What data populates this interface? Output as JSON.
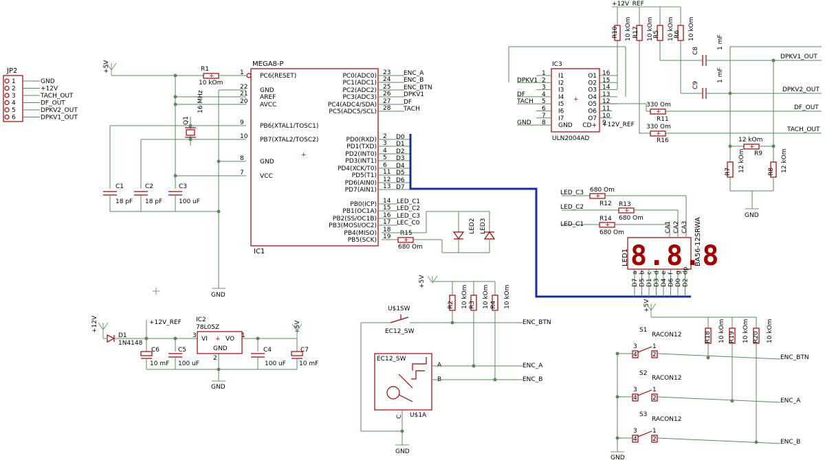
{
  "connector": {
    "name": "JP2",
    "pins": [
      "1",
      "2",
      "3",
      "4",
      "5",
      "6"
    ],
    "signals": [
      "GND",
      "+12V",
      "TACH_OUT",
      "DF_OUT",
      "DPKV2_OUT",
      "DPKV1_OUT"
    ]
  },
  "power": {
    "p5v": "+5V",
    "p12v": "+12V",
    "p12vref": "+12V_REF",
    "gnd": "GND"
  },
  "mcu": {
    "name": "MEGA8-P",
    "ref": "IC1",
    "left_pins": [
      {
        "num": "1",
        "name": "PC6(RESET)"
      },
      {
        "num": "22",
        "name": "GND"
      },
      {
        "num": "21",
        "name": "AREF"
      },
      {
        "num": "20",
        "name": "AVCC"
      },
      {
        "num": "9",
        "name": "PB6(XTAL1/TOSC1)"
      },
      {
        "num": "10",
        "name": "PB7(XTAL2/TOSC2)"
      },
      {
        "num": "8",
        "name": "GND"
      },
      {
        "num": "7",
        "name": "VCC"
      }
    ],
    "right_pins": [
      {
        "num": "23",
        "name": "PC0(ADC0)",
        "net": "ENC_A"
      },
      {
        "num": "24",
        "name": "PC1(ADC1)",
        "net": "ENC_B"
      },
      {
        "num": "25",
        "name": "PC2(ADC2)",
        "net": "ENC_BTN"
      },
      {
        "num": "26",
        "name": "PC3(ADC3)",
        "net": "DPKV1"
      },
      {
        "num": "27",
        "name": "PC4(ADC4/SDA)",
        "net": "DF"
      },
      {
        "num": "28",
        "name": "PC5(ADC5/SCL)",
        "net": "TACH"
      },
      {
        "num": "2",
        "name": "PD0(RXD)",
        "net": "D0"
      },
      {
        "num": "3",
        "name": "PD1(TXD)",
        "net": "D1"
      },
      {
        "num": "4",
        "name": "PD2(INT0)",
        "net": "D2"
      },
      {
        "num": "5",
        "name": "PD3(INT1)",
        "net": "D3"
      },
      {
        "num": "6",
        "name": "PD4(XCK/T0)",
        "net": "D4"
      },
      {
        "num": "11",
        "name": "PD5(T1)",
        "net": "D5"
      },
      {
        "num": "12",
        "name": "PD6(AIN0)",
        "net": "D6"
      },
      {
        "num": "13",
        "name": "PD7(AIN1)",
        "net": "D7"
      },
      {
        "num": "14",
        "name": "PB0(ICP)",
        "net": "LED_C1"
      },
      {
        "num": "15",
        "name": "PB1(OC1A)",
        "net": "LED_C2"
      },
      {
        "num": "16",
        "name": "PB2(SS/OC1B)",
        "net": "LED_C3"
      },
      {
        "num": "17",
        "name": "PB3(MOSI/OC2)",
        "net": "LEC_C0"
      },
      {
        "num": "18",
        "name": "PB4(MISO)",
        "net": ""
      },
      {
        "num": "19",
        "name": "PB5(SCK)",
        "net": ""
      }
    ]
  },
  "driver": {
    "name": "ULN2004AD",
    "ref": "IC3",
    "inputs": [
      {
        "num": "1",
        "name": "I1",
        "net": ""
      },
      {
        "num": "2",
        "name": "I2",
        "net": "DPKV1"
      },
      {
        "num": "3",
        "name": "I3",
        "net": ""
      },
      {
        "num": "4",
        "name": "I4",
        "net": "DF"
      },
      {
        "num": "5",
        "name": "I5",
        "net": "TACH"
      },
      {
        "num": "6",
        "name": "I6",
        "net": ""
      },
      {
        "num": "7",
        "name": "I7",
        "net": ""
      },
      {
        "num": "8",
        "name": "GND",
        "net": "GND"
      }
    ],
    "outputs": [
      {
        "num": "16",
        "name": "O1"
      },
      {
        "num": "15",
        "name": "O2"
      },
      {
        "num": "14",
        "name": "O3"
      },
      {
        "num": "13",
        "name": "O4"
      },
      {
        "num": "12",
        "name": "O5"
      },
      {
        "num": "11",
        "name": "O6"
      },
      {
        "num": "10",
        "name": "O7"
      },
      {
        "num": "9",
        "name": "CD+"
      }
    ],
    "cd_net": "+12V_REF"
  },
  "outputs": [
    "DPKV1_OUT",
    "DPKV2_OUT",
    "DF_OUT",
    "TACH_OUT"
  ],
  "resistors": {
    "R1": {
      "ref": "R1",
      "value": "10 kOm"
    },
    "R2": {
      "ref": "R2",
      "value": "10 kOm"
    },
    "R3": {
      "ref": "R3",
      "value": "10 kOm"
    },
    "R4": {
      "ref": "R4",
      "value": "10 kOm"
    },
    "R5": {
      "ref": "R5",
      "value": "10 kOm"
    },
    "R6": {
      "ref": "R6",
      "value": "10 kOm"
    },
    "R7": {
      "ref": "R7",
      "value": "12 kOm"
    },
    "R8": {
      "ref": "R8",
      "value": "12 kOm"
    },
    "R9": {
      "ref": "R9",
      "value": "12 kOm"
    },
    "R10": {
      "ref": "R10",
      "value": "10 kOm"
    },
    "R11": {
      "ref": "R11",
      "value": "330 Om"
    },
    "R12": {
      "ref": "R12",
      "value": "680 Om"
    },
    "R13": {
      "ref": "R13",
      "value": "680 Om"
    },
    "R14": {
      "ref": "R14",
      "value": "680 Om"
    },
    "R15": {
      "ref": "R15",
      "value": "680 Om"
    },
    "R16": {
      "ref": "R16",
      "value": "330 Om"
    },
    "R17": {
      "ref": "R17",
      "value": "10 kOm"
    },
    "R18": {
      "ref": "R18",
      "value": "10 kOm"
    },
    "R19": {
      "ref": "R19",
      "value": "10 kOm"
    },
    "R20": {
      "ref": "R20",
      "value": "10 kOm"
    }
  },
  "capacitors": {
    "C1": {
      "ref": "C1",
      "value": "18 pF"
    },
    "C2": {
      "ref": "C2",
      "value": "18 pF"
    },
    "C3": {
      "ref": "C3",
      "value": "100 uF"
    },
    "C4": {
      "ref": "C4",
      "value": "100 uF"
    },
    "C5": {
      "ref": "C5",
      "value": "100 uF"
    },
    "C6": {
      "ref": "C6",
      "value": "10 mF"
    },
    "C7": {
      "ref": "C7",
      "value": "10 mF"
    },
    "C8": {
      "ref": "C8",
      "value": "1 mF"
    },
    "C9": {
      "ref": "C9",
      "value": "1 mF"
    }
  },
  "crystal": {
    "ref": "Q1",
    "value": "16 MHz"
  },
  "diode": {
    "ref": "D1",
    "value": "1N4148"
  },
  "regulator": {
    "ref": "IC2",
    "name": "78L05Z",
    "vi": "VI",
    "vo": "VO",
    "gnd": "GND",
    "pins": [
      "3",
      "1",
      "2"
    ]
  },
  "leds": {
    "led2": "LED2",
    "led3": "LED3",
    "display_ref": "LED1",
    "display_part": "BA56-12SRWA",
    "display_text": "8.8.8",
    "ca_pins": [
      "CA1",
      "CA2",
      "CA3"
    ],
    "seg_pins": [
      "D7",
      "D5",
      "D1",
      "D3",
      "D4",
      "D6",
      "D0",
      "D2"
    ],
    "seg_codes": [
      "a",
      "b",
      "c",
      "d",
      "e",
      "f",
      "g",
      "dp"
    ]
  },
  "nets": {
    "led_c1": "LED_C1",
    "led_c2": "LED_C2",
    "led_c3": "LED_C3",
    "enc_btn": "ENC_BTN",
    "enc_a": "ENC_A",
    "enc_b": "ENC_B"
  },
  "encoder": {
    "sw_ref": "U$1SW",
    "sw_name": "EC12_SW",
    "enc_ref": "U$1A",
    "enc_name": "EC12_SW",
    "pin_a": "A",
    "pin_b": "B",
    "pin_c": "C"
  },
  "buttons": [
    {
      "ref": "S1",
      "name": "RACON12",
      "net": "ENC_BTN"
    },
    {
      "ref": "S2",
      "name": "RACON12",
      "net": "ENC_A"
    },
    {
      "ref": "S3",
      "name": "RACON12",
      "net": "ENC_B"
    }
  ],
  "pin_nums": {
    "four": "4",
    "three": "3",
    "two": "2",
    "one": "1"
  }
}
